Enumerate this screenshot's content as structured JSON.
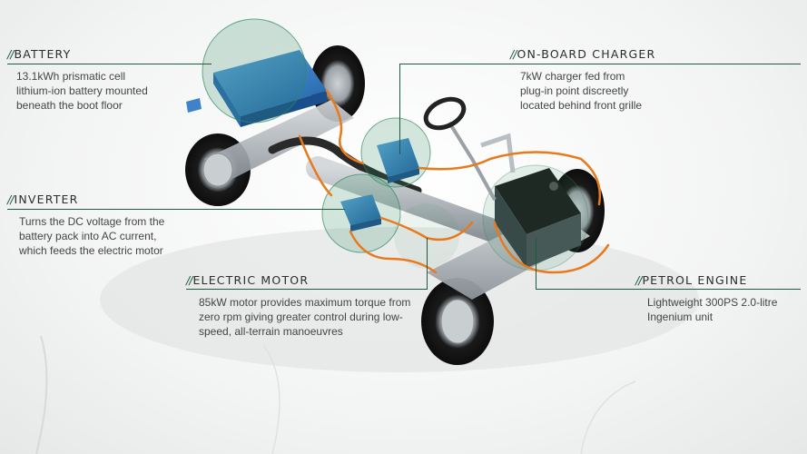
{
  "accent_color": "#1f5a3e",
  "callouts": {
    "battery": {
      "slash": "//",
      "title": "BATTERY",
      "lines": [
        "13.1kWh prismatic cell",
        "lithium-ion battery mounted",
        "beneath the boot floor"
      ]
    },
    "charger": {
      "slash": "//",
      "title": "ON-BOARD CHARGER",
      "lines": [
        "7kW charger fed from",
        "plug-in point discreetly",
        "located behind front grille"
      ]
    },
    "inverter": {
      "slash": "//",
      "title": "INVERTER",
      "lines": [
        "Turns the DC voltage from the",
        "battery pack into AC current,",
        "which feeds the electric motor"
      ]
    },
    "motor": {
      "slash": "//",
      "title": "ELECTRIC MOTOR",
      "lines": [
        "85kW motor provides maximum torque from",
        "zero rpm giving greater control during low-",
        "speed, all-terrain manoeuvres"
      ]
    },
    "engine": {
      "slash": "//",
      "title": "PETROL ENGINE",
      "lines": [
        "Lightweight 300PS 2.0-litre",
        "Ingenium unit"
      ]
    }
  }
}
